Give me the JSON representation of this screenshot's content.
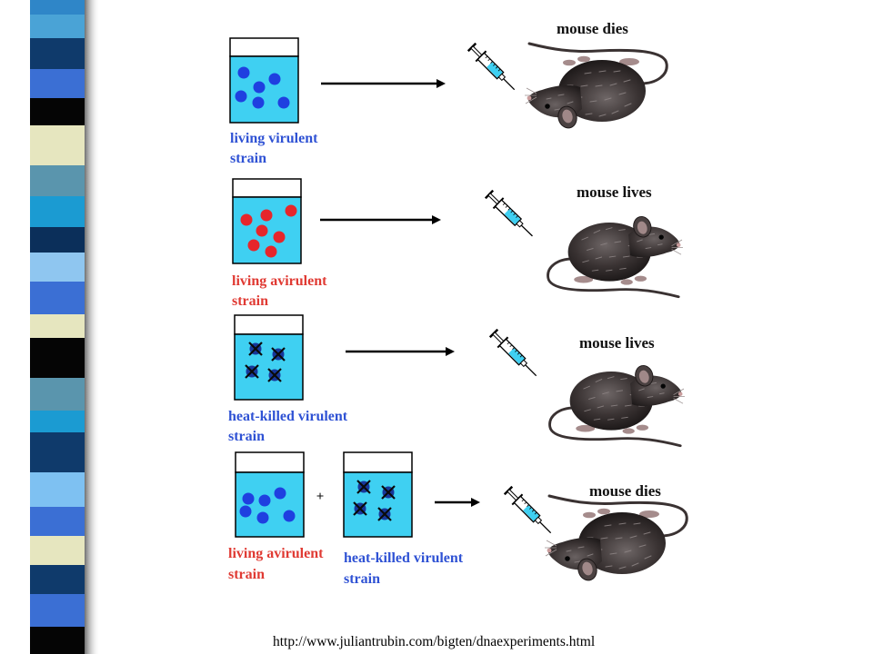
{
  "experiment": {
    "row1": {
      "strain_label": {
        "line1": "living virulent",
        "line2": "strain"
      },
      "outcome": "mouse dies"
    },
    "row2": {
      "strain_label": {
        "line1": "living avirulent",
        "line2": "strain"
      },
      "outcome": "mouse lives"
    },
    "row3": {
      "strain_label": {
        "line1": "heat-killed virulent",
        "line2": "strain"
      },
      "outcome": "mouse lives"
    },
    "row4": {
      "mix_a_label": {
        "line1": "living avirulent",
        "line2": "strain"
      },
      "plus_sign": "+",
      "mix_b_label": {
        "line1": "heat-killed virulent",
        "line2": "strain"
      },
      "outcome": "mouse dies"
    }
  },
  "footer": {
    "source_url": "http://www.juliantrubin.com/bigten/dnaexperiments.html"
  },
  "colors": {
    "virulent_label": "#2f52d4",
    "avirulent_label": "#e03a33",
    "broth": "#3fd0f2",
    "living_cell": "#1f3fe0",
    "avirulent_cell": "#e6262b",
    "killed_cell": "#17389b"
  }
}
